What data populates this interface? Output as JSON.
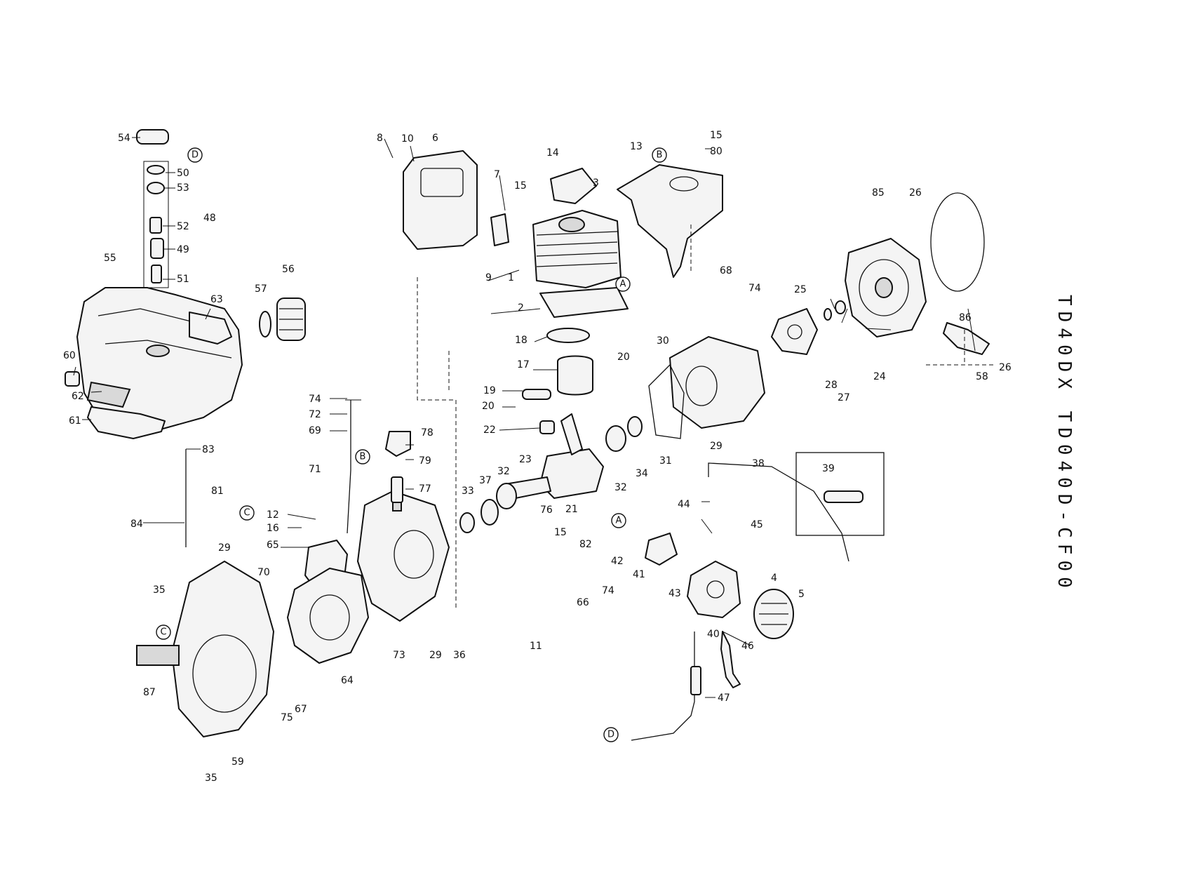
{
  "title": "TD40DX  TD040D-CF00",
  "part_numbers": [
    "1",
    "2",
    "3",
    "4",
    "5",
    "6",
    "7",
    "8",
    "9",
    "10",
    "11",
    "12",
    "13",
    "14",
    "15",
    "16",
    "17",
    "18",
    "19",
    "20",
    "21",
    "22",
    "23",
    "24",
    "25",
    "26",
    "27",
    "28",
    "29",
    "30",
    "31",
    "32",
    "33",
    "34",
    "35",
    "36",
    "37",
    "38",
    "39",
    "40",
    "41",
    "42",
    "43",
    "44",
    "45",
    "46",
    "47",
    "48",
    "49",
    "50",
    "51",
    "52",
    "53",
    "54",
    "55",
    "56",
    "57",
    "58",
    "59",
    "60",
    "61",
    "62",
    "63",
    "64",
    "65",
    "66",
    "67",
    "68",
    "69",
    "70",
    "71",
    "72",
    "73",
    "74",
    "75",
    "76",
    "77",
    "78",
    "79",
    "80",
    "81",
    "82",
    "83",
    "84",
    "85",
    "86",
    "87"
  ],
  "reference_marks": [
    "A",
    "B",
    "C",
    "D"
  ]
}
